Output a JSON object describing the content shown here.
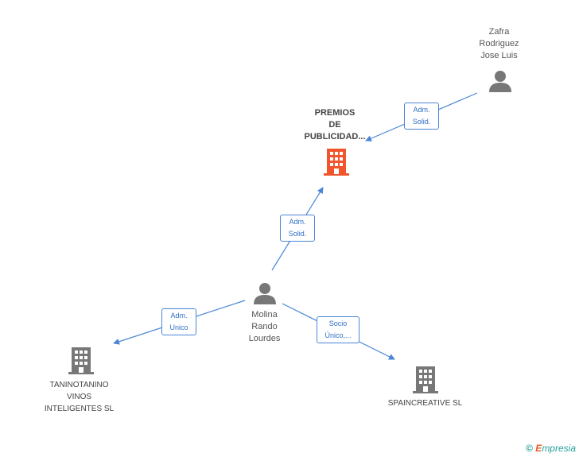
{
  "nodes": {
    "focus_company": {
      "label": "PREMIOS\nDE\nPUBLICIDAD...",
      "color": "#f0552e",
      "icon": "building-icon"
    },
    "zafra": {
      "label": "Zafra\nRodriguez\nJose Luis",
      "icon": "person-icon"
    },
    "molina": {
      "label": "Molina\nRando\nLourdes",
      "icon": "person-icon"
    },
    "taninotanino": {
      "label": "TANINOTANINO\nVINOS\nINTELIGENTES SL",
      "icon": "building-icon"
    },
    "spaincreative": {
      "label": "SPAINCREATIVE SL",
      "icon": "building-icon"
    }
  },
  "edges": {
    "zafra_to_focus": {
      "line1": "Adm.",
      "line2": "Solid."
    },
    "molina_to_focus": {
      "line1": "Adm.",
      "line2": "Solid."
    },
    "molina_to_tanino": {
      "line1": "Adm.",
      "line2": "Unico"
    },
    "molina_to_spain": {
      "line1": "Socio",
      "line2": "Único,..."
    }
  },
  "colors": {
    "edge": "#4a86d6",
    "icon_gray": "#777777",
    "focus": "#f0552e"
  },
  "footer": {
    "copyright": "©",
    "brand_initial": "E",
    "brand_rest": "mpresia"
  }
}
